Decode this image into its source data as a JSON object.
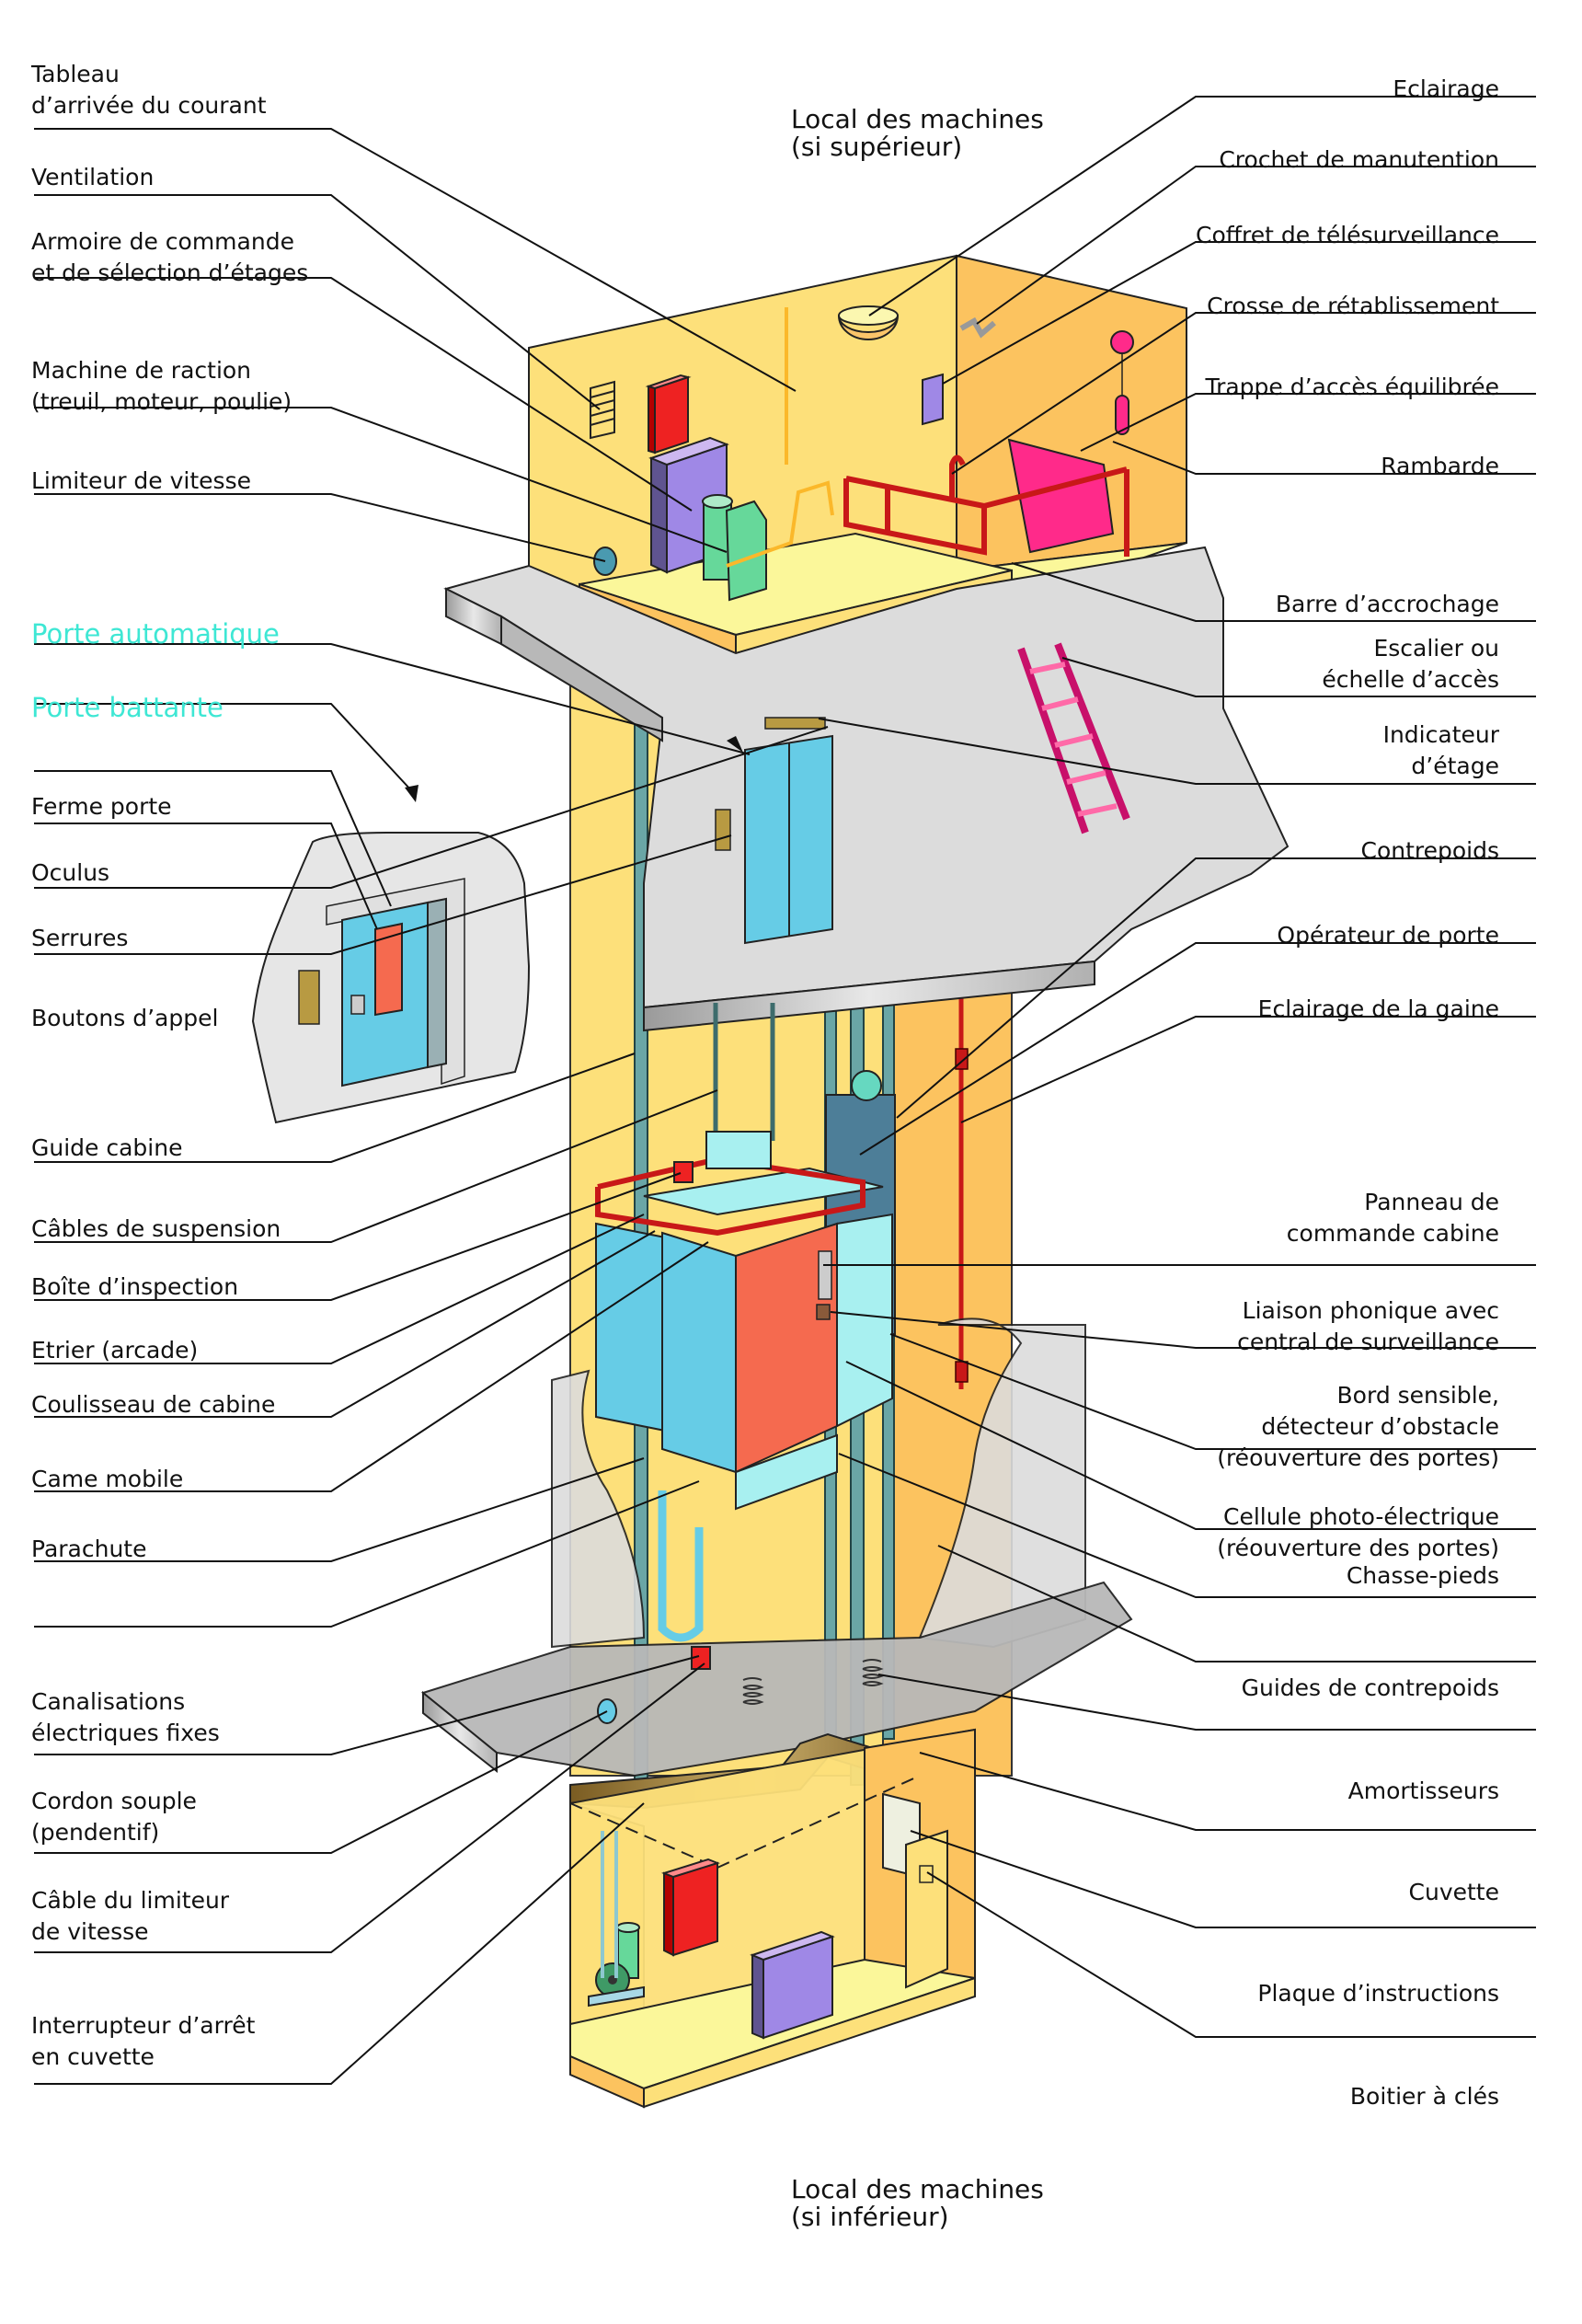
{
  "diagram": {
    "sections": {
      "upper_machine_room": [
        "Local des machines",
        "(si supérieur)"
      ],
      "lower_machine_room": [
        "Local des machines",
        "(si inférieur)"
      ]
    },
    "left_labels": [
      {
        "id": "tableau",
        "lines": [
          "Tableau",
          "d’arrivée du courant"
        ]
      },
      {
        "id": "ventilation",
        "lines": [
          "Ventilation"
        ]
      },
      {
        "id": "armoire",
        "lines": [
          "Armoire de commande",
          "et de sélection d’étages"
        ]
      },
      {
        "id": "machine",
        "lines": [
          "Machine de raction",
          "(treuil, moteur, poulie)"
        ]
      },
      {
        "id": "limiteur",
        "lines": [
          "Limiteur de vitesse"
        ]
      },
      {
        "id": "porte-auto",
        "lines": [
          "Porte automatique"
        ],
        "highlight": true
      },
      {
        "id": "porte-battante",
        "lines": [
          "Porte battante"
        ],
        "highlight": true
      },
      {
        "id": "ferme-porte",
        "lines": [
          "Ferme porte"
        ]
      },
      {
        "id": "oculus",
        "lines": [
          "Oculus"
        ]
      },
      {
        "id": "serrures",
        "lines": [
          "Serrures"
        ]
      },
      {
        "id": "boutons",
        "lines": [
          "Boutons d’appel"
        ]
      },
      {
        "id": "guide-cabine",
        "lines": [
          "Guide cabine"
        ]
      },
      {
        "id": "cables",
        "lines": [
          "Câbles de suspension"
        ]
      },
      {
        "id": "boite",
        "lines": [
          "Boîte d’inspection"
        ]
      },
      {
        "id": "etrier",
        "lines": [
          "Etrier (arcade)"
        ]
      },
      {
        "id": "coulisseau",
        "lines": [
          "Coulisseau de cabine"
        ]
      },
      {
        "id": "came",
        "lines": [
          "Came mobile"
        ]
      },
      {
        "id": "parachute",
        "lines": [
          "Parachute"
        ]
      },
      {
        "id": "canalisations",
        "lines": [
          "Canalisations",
          "électriques fixes"
        ]
      },
      {
        "id": "cordon",
        "lines": [
          "Cordon souple",
          "(pendentif)"
        ]
      },
      {
        "id": "cable-limiteur",
        "lines": [
          "Câble du limiteur",
          "de vitesse"
        ]
      },
      {
        "id": "interrupteur",
        "lines": [
          "Interrupteur d’arrêt",
          "en cuvette"
        ]
      }
    ],
    "right_labels": [
      {
        "id": "eclairage",
        "lines": [
          "Eclairage"
        ]
      },
      {
        "id": "crochet",
        "lines": [
          "Crochet de manutention"
        ]
      },
      {
        "id": "coffret",
        "lines": [
          "Coffret de télésurveillance"
        ]
      },
      {
        "id": "crosse",
        "lines": [
          "Crosse de rétablissement"
        ]
      },
      {
        "id": "trappe",
        "lines": [
          "Trappe d’accès équilibrée"
        ]
      },
      {
        "id": "rambarde",
        "lines": [
          "Rambarde"
        ]
      },
      {
        "id": "barre",
        "lines": [
          "Barre d’accrochage"
        ]
      },
      {
        "id": "escalier",
        "lines": [
          "Escalier ou",
          "échelle d’accès"
        ]
      },
      {
        "id": "indicateur",
        "lines": [
          "Indicateur",
          "d’étage"
        ]
      },
      {
        "id": "contrepoids",
        "lines": [
          "Contrepoids"
        ]
      },
      {
        "id": "operateur",
        "lines": [
          "Opérateur de porte"
        ]
      },
      {
        "id": "eclairage-gaine",
        "lines": [
          "Eclairage de la gaine"
        ]
      },
      {
        "id": "panneau",
        "lines": [
          "Panneau de",
          "commande cabine"
        ]
      },
      {
        "id": "liaison",
        "lines": [
          "Liaison phonique avec",
          "central de surveillance"
        ]
      },
      {
        "id": "bord",
        "lines": [
          "Bord sensible,",
          "détecteur d’obstacle",
          "(réouverture des portes)"
        ]
      },
      {
        "id": "cellule",
        "lines": [
          "Cellule  photo-électrique",
          "(réouverture des portes)"
        ]
      },
      {
        "id": "chasse",
        "lines": [
          "Chasse-pieds"
        ]
      },
      {
        "id": "guides-cp",
        "lines": [
          "Guides de contrepoids"
        ]
      },
      {
        "id": "amortisseurs",
        "lines": [
          "Amortisseurs"
        ]
      },
      {
        "id": "cuvette",
        "lines": [
          "Cuvette"
        ]
      },
      {
        "id": "plaque",
        "lines": [
          "Plaque d’instructions"
        ]
      },
      {
        "id": "boitier",
        "lines": [
          "Boitier à clés"
        ]
      }
    ],
    "colors": {
      "wall_light": "#fde07a",
      "wall_dark": "#fcc35f",
      "floor": "#fbf79a",
      "concrete": "#d9d9d9",
      "concrete_dark": "#a8a8a8",
      "cabin": "#66cce6",
      "cabin_light": "#a8f0f0",
      "cabin_interior": "#f56a4f",
      "rail": "#6aa6a6",
      "red": "#ee2222",
      "purple": "#9f88e6",
      "green": "#66d89a",
      "pink": "#ff2a8a",
      "highlight_text": "#3ee7d4"
    }
  }
}
